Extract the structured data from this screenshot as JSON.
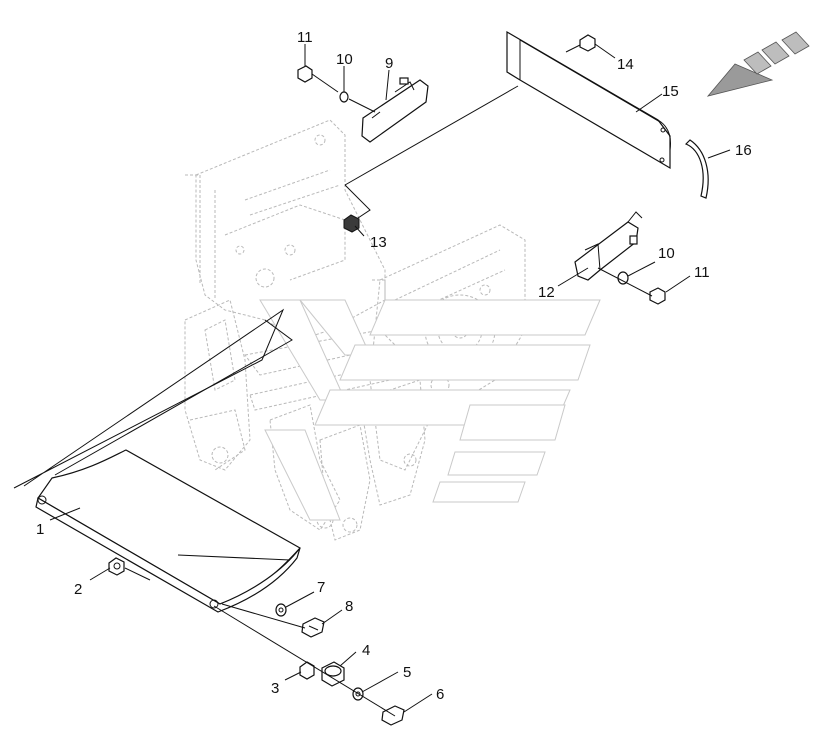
{
  "callouts": {
    "c1": "1",
    "c2": "2",
    "c3": "3",
    "c4": "4",
    "c5": "5",
    "c6": "6",
    "c7": "7",
    "c8": "8",
    "c9": "9",
    "c10a": "10",
    "c10b": "10",
    "c11a": "11",
    "c11b": "11",
    "c12": "12",
    "c13": "13",
    "c14": "14",
    "c15": "15",
    "c16": "16"
  },
  "colors": {
    "line": "#111111",
    "ghost_frame": "#b9b9b9",
    "background": "#ffffff"
  }
}
